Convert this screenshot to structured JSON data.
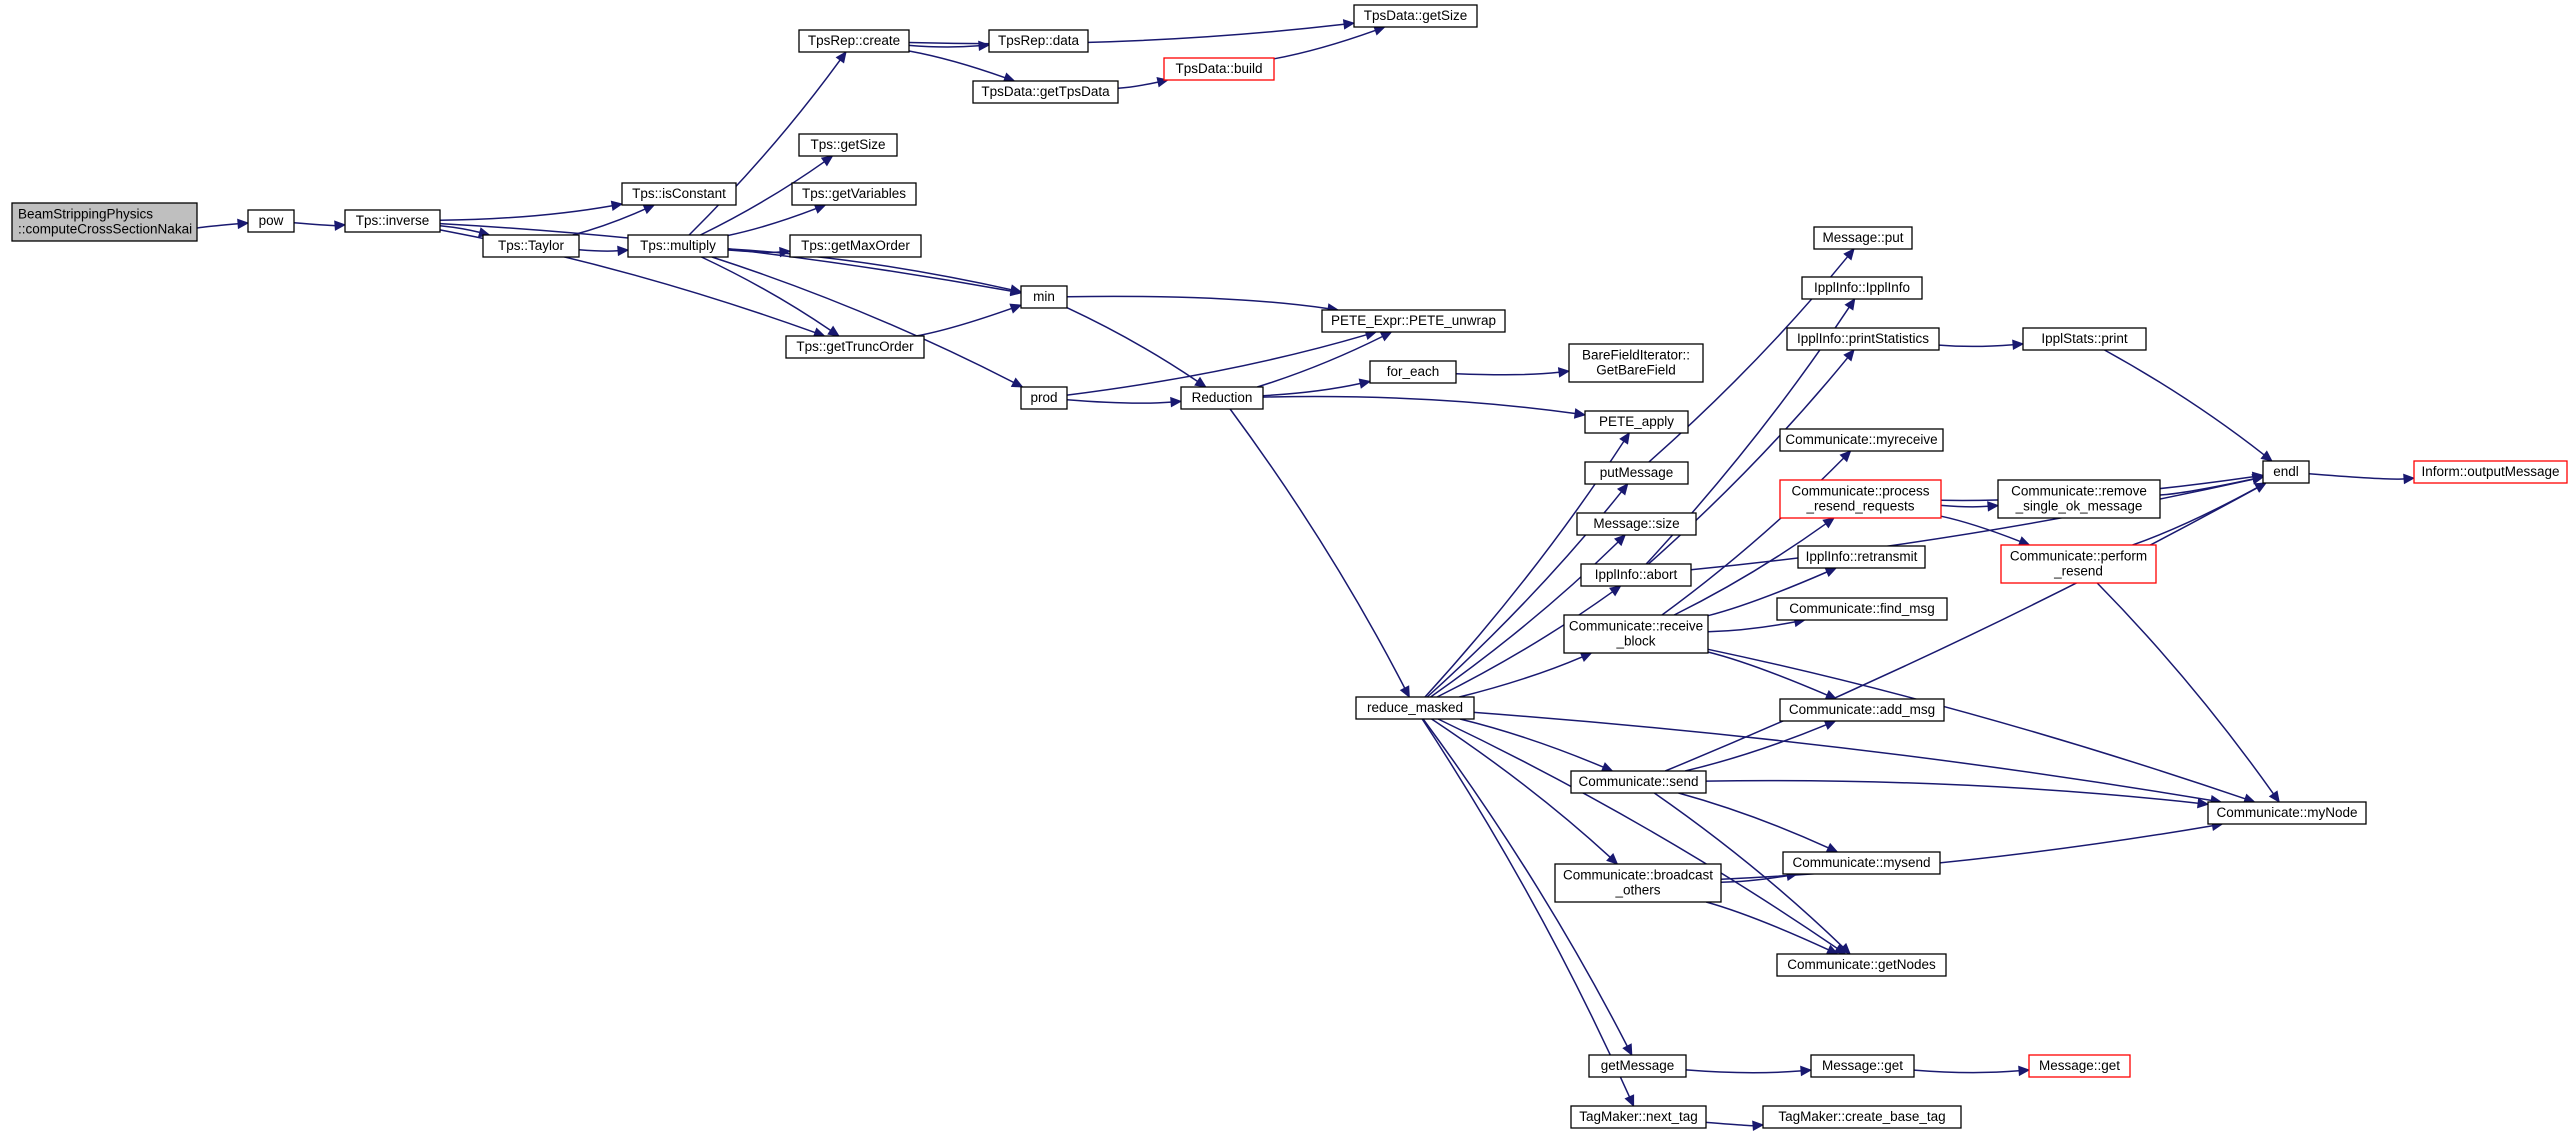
{
  "diagram": {
    "colors": {
      "edge": "#191970",
      "box_border_normal": "#000000",
      "box_border_truncated": "#ff0000",
      "box_fill_root": "#bfbfbf",
      "box_fill_normal": "#ffffff"
    },
    "nodes": [
      {
        "id": "n_root",
        "lines": [
          "BeamStrippingPhysics",
          "::computeCrossSectionNakai"
        ],
        "style": "root"
      },
      {
        "id": "n_pow",
        "lines": [
          "pow"
        ],
        "style": "normal"
      },
      {
        "id": "n_tps_inverse",
        "lines": [
          "Tps::inverse"
        ],
        "style": "normal"
      },
      {
        "id": "n_tpsrep_create",
        "lines": [
          "TpsRep::create"
        ],
        "style": "normal"
      },
      {
        "id": "n_tpsdata_getsize",
        "lines": [
          "TpsData::getSize"
        ],
        "style": "normal"
      },
      {
        "id": "n_tpsrep_data",
        "lines": [
          "TpsRep::data"
        ],
        "style": "normal"
      },
      {
        "id": "n_tpsdata_build",
        "lines": [
          "TpsData::build"
        ],
        "style": "truncated"
      },
      {
        "id": "n_tpsdata_gettpsdata",
        "lines": [
          "TpsData::getTpsData"
        ],
        "style": "normal"
      },
      {
        "id": "n_tps_getsize",
        "lines": [
          "Tps::getSize"
        ],
        "style": "normal"
      },
      {
        "id": "n_tps_isconstant",
        "lines": [
          "Tps::isConstant"
        ],
        "style": "normal"
      },
      {
        "id": "n_tps_getvariables",
        "lines": [
          "Tps::getVariables"
        ],
        "style": "normal"
      },
      {
        "id": "n_tps_taylor",
        "lines": [
          "Tps::Taylor"
        ],
        "style": "normal"
      },
      {
        "id": "n_tps_multiply",
        "lines": [
          "Tps::multiply"
        ],
        "style": "normal"
      },
      {
        "id": "n_tps_getmaxorder",
        "lines": [
          "Tps::getMaxOrder"
        ],
        "style": "normal"
      },
      {
        "id": "n_min",
        "lines": [
          "min"
        ],
        "style": "normal"
      },
      {
        "id": "n_tps_gettruncorder",
        "lines": [
          "Tps::getTruncOrder"
        ],
        "style": "normal"
      },
      {
        "id": "n_prod",
        "lines": [
          "prod"
        ],
        "style": "normal"
      },
      {
        "id": "n_reduction",
        "lines": [
          "Reduction"
        ],
        "style": "normal"
      },
      {
        "id": "n_pete_unwrap",
        "lines": [
          "PETE_Expr::PETE_unwrap"
        ],
        "style": "normal"
      },
      {
        "id": "n_for_each",
        "lines": [
          "for_each"
        ],
        "style": "normal"
      },
      {
        "id": "n_barefield",
        "lines": [
          "BareFieldIterator::",
          "GetBareField"
        ],
        "style": "normal"
      },
      {
        "id": "n_pete_apply",
        "lines": [
          "PETE_apply"
        ],
        "style": "normal"
      },
      {
        "id": "n_reduce_masked",
        "lines": [
          "reduce_masked"
        ],
        "style": "normal"
      },
      {
        "id": "n_message_put",
        "lines": [
          "Message::put"
        ],
        "style": "normal"
      },
      {
        "id": "n_ipplinfo_ipplinfo",
        "lines": [
          "IpplInfo::IpplInfo"
        ],
        "style": "normal"
      },
      {
        "id": "n_ipplinfo_printstatistics",
        "lines": [
          "IpplInfo::printStatistics"
        ],
        "style": "normal"
      },
      {
        "id": "n_ipplstats_print",
        "lines": [
          "IpplStats::print"
        ],
        "style": "normal"
      },
      {
        "id": "n_communicate_myreceive",
        "lines": [
          "Communicate::myreceive"
        ],
        "style": "normal"
      },
      {
        "id": "n_putmessage",
        "lines": [
          "putMessage"
        ],
        "style": "normal"
      },
      {
        "id": "n_process_resend",
        "lines": [
          "Communicate::process",
          "_resend_requests"
        ],
        "style": "truncated"
      },
      {
        "id": "n_remove_single_ok",
        "lines": [
          "Communicate::remove",
          "_single_ok_message"
        ],
        "style": "normal"
      },
      {
        "id": "n_endl",
        "lines": [
          "endl"
        ],
        "style": "normal"
      },
      {
        "id": "n_inform_outputmessage",
        "lines": [
          "Inform::outputMessage"
        ],
        "style": "truncated"
      },
      {
        "id": "n_message_size",
        "lines": [
          "Message::size"
        ],
        "style": "normal"
      },
      {
        "id": "n_ipplinfo_abort",
        "lines": [
          "IpplInfo::abort"
        ],
        "style": "normal"
      },
      {
        "id": "n_perform_resend",
        "lines": [
          "Communicate::perform",
          "_resend"
        ],
        "style": "truncated"
      },
      {
        "id": "n_ipplinfo_retransmit",
        "lines": [
          "IpplInfo::retransmit"
        ],
        "style": "normal"
      },
      {
        "id": "n_receive_block",
        "lines": [
          "Communicate::receive",
          "_block"
        ],
        "style": "normal"
      },
      {
        "id": "n_find_msg",
        "lines": [
          "Communicate::find_msg"
        ],
        "style": "normal"
      },
      {
        "id": "n_add_msg",
        "lines": [
          "Communicate::add_msg"
        ],
        "style": "normal"
      },
      {
        "id": "n_communicate_send",
        "lines": [
          "Communicate::send"
        ],
        "style": "normal"
      },
      {
        "id": "n_mynode",
        "lines": [
          "Communicate::myNode"
        ],
        "style": "normal"
      },
      {
        "id": "n_mysend",
        "lines": [
          "Communicate::mysend"
        ],
        "style": "normal"
      },
      {
        "id": "n_broadcast_others",
        "lines": [
          "Communicate::broadcast",
          "_others"
        ],
        "style": "normal"
      },
      {
        "id": "n_getnodes",
        "lines": [
          "Communicate::getNodes"
        ],
        "style": "normal"
      },
      {
        "id": "n_getmessage",
        "lines": [
          "getMessage"
        ],
        "style": "normal"
      },
      {
        "id": "n_message_get_1",
        "lines": [
          "Message::get"
        ],
        "style": "normal"
      },
      {
        "id": "n_message_get_2",
        "lines": [
          "Message::get"
        ],
        "style": "truncated"
      },
      {
        "id": "n_tagmaker_next_tag",
        "lines": [
          "TagMaker::next_tag"
        ],
        "style": "normal"
      },
      {
        "id": "n_tagmaker_create_base_tag",
        "lines": [
          "TagMaker::create_base_tag"
        ],
        "style": "normal"
      }
    ],
    "edges": [
      [
        "n_root",
        "n_pow"
      ],
      [
        "n_pow",
        "n_tps_inverse"
      ],
      [
        "n_tps_inverse",
        "n_tps_isconstant"
      ],
      [
        "n_tps_inverse",
        "n_tps_taylor"
      ],
      [
        "n_tps_inverse",
        "n_min"
      ],
      [
        "n_tps_inverse",
        "n_tps_gettruncorder"
      ],
      [
        "n_tps_taylor",
        "n_tps_isconstant"
      ],
      [
        "n_tps_taylor",
        "n_tps_multiply"
      ],
      [
        "n_tps_multiply",
        "n_tpsrep_create"
      ],
      [
        "n_tps_multiply",
        "n_tps_getsize"
      ],
      [
        "n_tps_multiply",
        "n_tps_getvariables"
      ],
      [
        "n_tps_multiply",
        "n_tps_getmaxorder"
      ],
      [
        "n_tps_multiply",
        "n_min"
      ],
      [
        "n_tps_multiply",
        "n_tps_gettruncorder"
      ],
      [
        "n_tps_multiply",
        "n_prod"
      ],
      [
        "n_tpsrep_create",
        "n_tpsdata_getsize"
      ],
      [
        "n_tpsrep_create",
        "n_tpsrep_data"
      ],
      [
        "n_tpsrep_create",
        "n_tpsdata_gettpsdata"
      ],
      [
        "n_tpsdata_gettpsdata",
        "n_tpsdata_build"
      ],
      [
        "n_tpsdata_build",
        "n_tpsdata_getsize"
      ],
      [
        "n_tps_gettruncorder",
        "n_min"
      ],
      [
        "n_min",
        "n_pete_unwrap"
      ],
      [
        "n_min",
        "n_reduction"
      ],
      [
        "n_prod",
        "n_pete_unwrap"
      ],
      [
        "n_prod",
        "n_reduction"
      ],
      [
        "n_reduction",
        "n_pete_unwrap"
      ],
      [
        "n_reduction",
        "n_for_each"
      ],
      [
        "n_reduction",
        "n_pete_apply"
      ],
      [
        "n_reduction",
        "n_reduce_masked"
      ],
      [
        "n_for_each",
        "n_barefield"
      ],
      [
        "n_reduce_masked",
        "n_pete_apply"
      ],
      [
        "n_reduce_masked",
        "n_putmessage"
      ],
      [
        "n_reduce_masked",
        "n_message_size"
      ],
      [
        "n_reduce_masked",
        "n_ipplinfo_abort"
      ],
      [
        "n_reduce_masked",
        "n_receive_block"
      ],
      [
        "n_reduce_masked",
        "n_communicate_send"
      ],
      [
        "n_reduce_masked",
        "n_broadcast_others"
      ],
      [
        "n_reduce_masked",
        "n_getnodes"
      ],
      [
        "n_reduce_masked",
        "n_mynode"
      ],
      [
        "n_reduce_masked",
        "n_getmessage"
      ],
      [
        "n_reduce_masked",
        "n_tagmaker_next_tag"
      ],
      [
        "n_putmessage",
        "n_message_put"
      ],
      [
        "n_ipplinfo_abort",
        "n_ipplinfo_ipplinfo"
      ],
      [
        "n_ipplinfo_abort",
        "n_ipplinfo_printstatistics"
      ],
      [
        "n_ipplinfo_abort",
        "n_endl"
      ],
      [
        "n_ipplinfo_printstatistics",
        "n_ipplstats_print"
      ],
      [
        "n_ipplstats_print",
        "n_endl"
      ],
      [
        "n_receive_block",
        "n_communicate_myreceive"
      ],
      [
        "n_receive_block",
        "n_process_resend"
      ],
      [
        "n_receive_block",
        "n_ipplinfo_retransmit"
      ],
      [
        "n_receive_block",
        "n_find_msg"
      ],
      [
        "n_receive_block",
        "n_add_msg"
      ],
      [
        "n_receive_block",
        "n_mynode"
      ],
      [
        "n_process_resend",
        "n_endl"
      ],
      [
        "n_process_resend",
        "n_remove_single_ok"
      ],
      [
        "n_process_resend",
        "n_perform_resend"
      ],
      [
        "n_remove_single_ok",
        "n_endl"
      ],
      [
        "n_perform_resend",
        "n_endl"
      ],
      [
        "n_perform_resend",
        "n_mynode"
      ],
      [
        "n_endl",
        "n_inform_outputmessage"
      ],
      [
        "n_communicate_send",
        "n_add_msg"
      ],
      [
        "n_communicate_send",
        "n_endl"
      ],
      [
        "n_communicate_send",
        "n_mynode"
      ],
      [
        "n_communicate_send",
        "n_mysend"
      ],
      [
        "n_communicate_send",
        "n_getnodes"
      ],
      [
        "n_broadcast_others",
        "n_mysend"
      ],
      [
        "n_broadcast_others",
        "n_mynode"
      ],
      [
        "n_broadcast_others",
        "n_getnodes"
      ],
      [
        "n_getmessage",
        "n_message_get_1"
      ],
      [
        "n_message_get_1",
        "n_message_get_2"
      ],
      [
        "n_tagmaker_next_tag",
        "n_tagmaker_create_base_tag"
      ]
    ]
  }
}
